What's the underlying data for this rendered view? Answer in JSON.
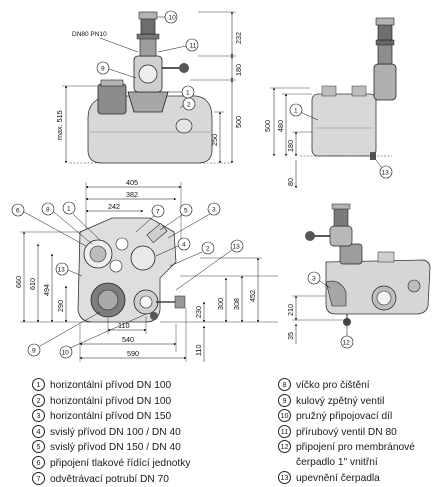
{
  "dims": {
    "front_pipe_label": "DN80 PN10",
    "h232": "232",
    "h180": "180",
    "h500": "500",
    "h250": "250",
    "max515": "max. 515",
    "side_h500": "500",
    "side_h480": "480",
    "side_h180": "180",
    "side_h80": "80",
    "w405": "405",
    "w382": "382",
    "w242": "242",
    "left660": "660",
    "left610": "610",
    "left494": "494",
    "left290": "290",
    "w540": "540",
    "w590": "590",
    "w110": "110",
    "r230": "230",
    "r300": "300",
    "r308": "308",
    "r452": "452",
    "r110": "110",
    "d210": "210",
    "d35": "35"
  },
  "callouts": [
    "1",
    "2",
    "3",
    "4",
    "5",
    "6",
    "7",
    "8",
    "9",
    "10",
    "11",
    "12",
    "13"
  ],
  "legend_left": [
    {
      "n": "1",
      "text": "horizontální přívod DN 100"
    },
    {
      "n": "2",
      "text": "horizontální přívod DN 100"
    },
    {
      "n": "3",
      "text": "horizontální přívod DN 150"
    },
    {
      "n": "4",
      "text": "svislý přívod DN 100 / DN 40"
    },
    {
      "n": "5",
      "text": "svislý přívod DN 150 / DN 40"
    },
    {
      "n": "6",
      "text": "připojení tlakové řídící jednotky"
    },
    {
      "n": "7",
      "text": "odvětrávací potrubí DN 70"
    }
  ],
  "legend_right": [
    {
      "n": "8",
      "text": "víčko pro čištění"
    },
    {
      "n": "9",
      "text": "kulový zpětný ventil"
    },
    {
      "n": "10",
      "text": "pružný připojovací díl"
    },
    {
      "n": "11",
      "text": "přírubový ventil DN 80"
    },
    {
      "n": "12",
      "text": "připojení pro membránové"
    },
    {
      "n": "",
      "text": "čerpadlo 1\" vnitřní"
    },
    {
      "n": "13",
      "text": "upevnění čerpadla"
    }
  ]
}
